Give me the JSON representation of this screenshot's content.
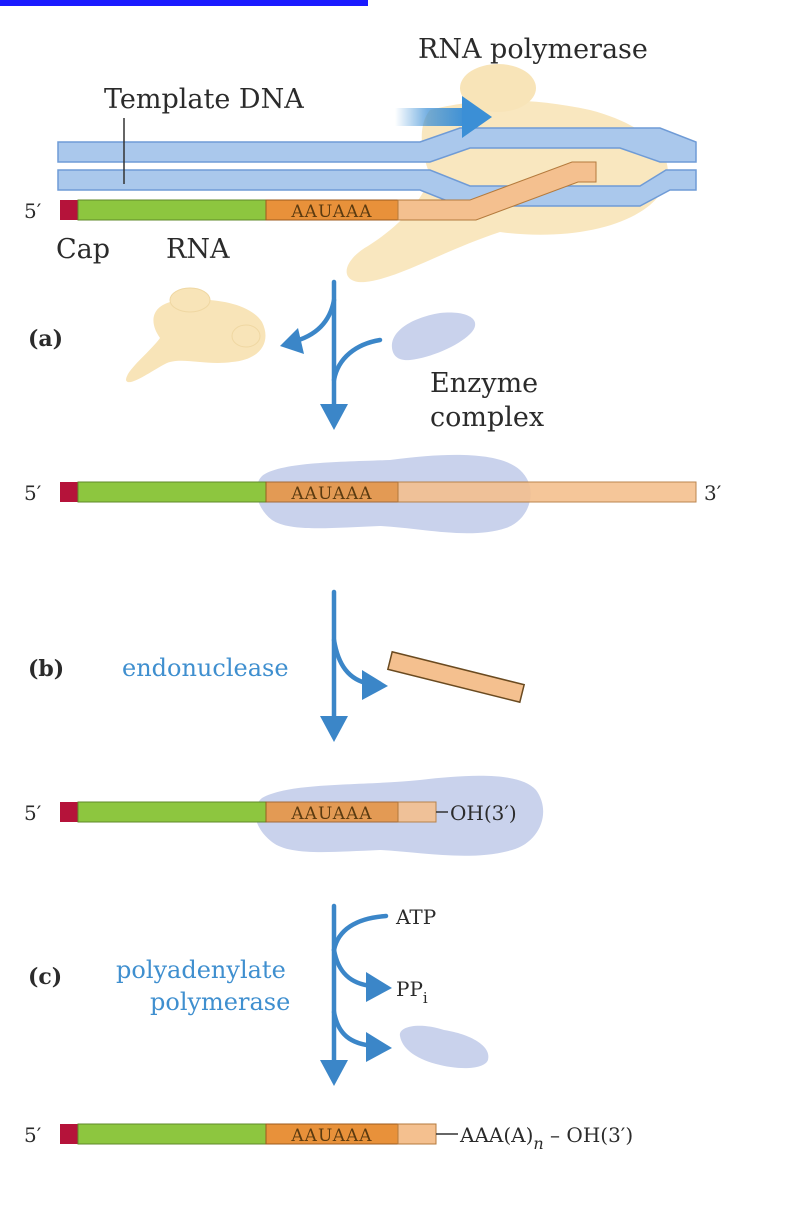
{
  "top": {
    "rna_polymerase": "RNA  polymerase",
    "template_dna": "Template DNA",
    "five_prime": "5′",
    "signal": "AAUAAA",
    "cap": "Cap",
    "rna": "RNA"
  },
  "step_a": {
    "label": "(a)",
    "enzyme_line1": "Enzyme",
    "enzyme_line2": "complex",
    "five_prime": "5′",
    "signal": "AAUAAA",
    "three_prime": "3′"
  },
  "step_b": {
    "label": "(b)",
    "enzyme": "endonuclease",
    "five_prime": "5′",
    "signal": "AAUAAA",
    "end": "OH(3′)"
  },
  "step_c": {
    "label": "(c)",
    "enzyme_line1": "polyadenylate",
    "enzyme_line2": "polymerase",
    "atp": "ATP",
    "ppi_base": "PP",
    "ppi_sub": "i",
    "five_prime": "5′",
    "signal": "AAUAAA",
    "tail_a": "AAA(A)",
    "tail_n": "n",
    "tail_b": "OH(3′)"
  },
  "colors": {
    "dna": "#aac8ec",
    "dna_stroke": "#6f9bd6",
    "cap": "#b5133a",
    "rna_5": "#8dc63f",
    "signal": "#e8913a",
    "rna_3": "#f4c08f",
    "polymerase": "#f8e4b8",
    "enzyme": "#c9d2ec",
    "arrow": "#3b86c8"
  }
}
